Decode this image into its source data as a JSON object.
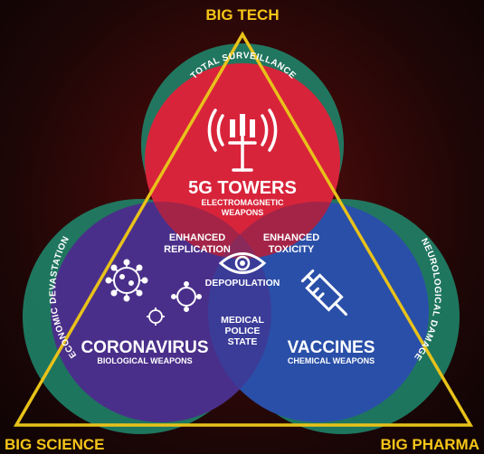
{
  "corners": {
    "top": "BIG TECH",
    "left": "BIG SCIENCE",
    "right": "BIG PHARMA"
  },
  "rings": {
    "top": "TOTAL SURVEILLANCE",
    "left": "ECONOMIC DEVASTATION",
    "right": "NEUROLOGICAL DAMAGE"
  },
  "circles": {
    "top": {
      "title": "5G TOWERS",
      "sub1": "ELECTROMAGNETIC",
      "sub2": "WEAPONS"
    },
    "left": {
      "title": "CORONAVIRUS",
      "sub1": "BIOLOGICAL WEAPONS"
    },
    "right": {
      "title": "VACCINES",
      "sub1": "CHEMICAL WEAPONS"
    }
  },
  "overlaps": {
    "top_left": {
      "line1": "ENHANCED",
      "line2": "REPLICATION"
    },
    "top_right": {
      "line1": "ENHANCED",
      "line2": "TOXICITY"
    },
    "left_right": {
      "line1": "MEDICAL",
      "line2": "POLICE",
      "line3": "STATE"
    },
    "center": "DEPOPULATION"
  },
  "colors": {
    "corner_text": "#f5c518",
    "triangle": "#e8c21a",
    "ring": "#1f8a6e",
    "red_circle": "#d8243a",
    "blue_circle": "#2a4fa8",
    "purple_circle": "#4a2f8a"
  },
  "icons": {
    "top": "cell-tower-icon",
    "left": "virus-icon",
    "right": "syringe-icon",
    "center": "eye-icon"
  }
}
